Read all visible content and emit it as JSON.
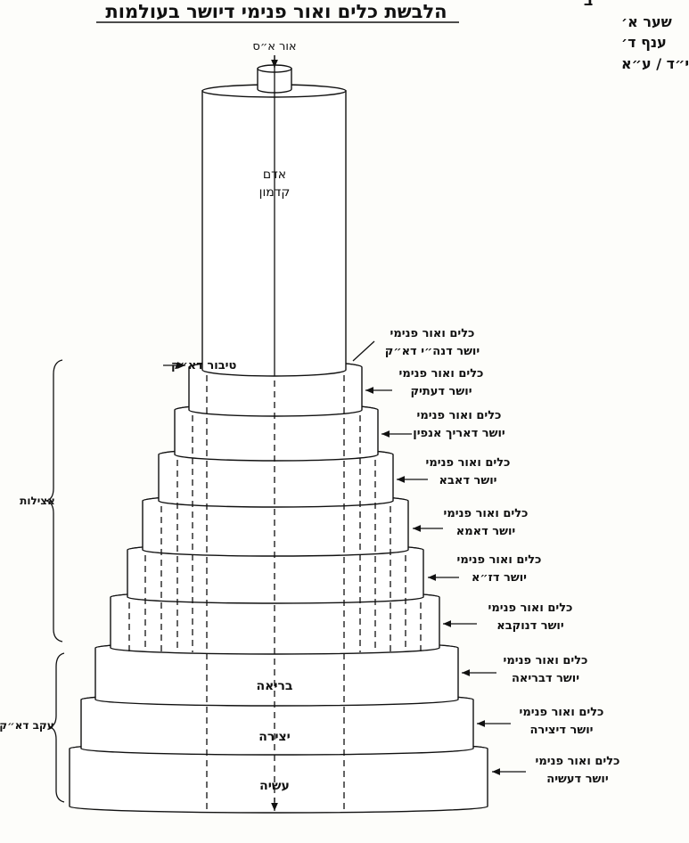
{
  "title": "הלבשת כלים ואור פנימי דיושר בעולמות",
  "reference": {
    "marker": "ב",
    "gate": "שער א׳",
    "branch": "ענף ד׳",
    "page": "דף י״ד / ע״א"
  },
  "top_label": "אור א״ס",
  "adam_kadmon": [
    "אדם",
    "קדמון"
  ],
  "navel_label": "טיבור דא״ק",
  "left_groups": [
    "אצילות",
    "עקב דא״ק"
  ],
  "world_labels": [
    "בריאה",
    "יצירה",
    "עשיה"
  ],
  "right_labels": [
    [
      "כלים ואור פנימי",
      "יושר דנה״י דא״ק"
    ],
    [
      "כלים ואור פנימי",
      "יושר דעתיק"
    ],
    [
      "כלים ואור פנימי",
      "יושר דאריך אנפין"
    ],
    [
      "כלים ואור פנימי",
      "יושר דאבא"
    ],
    [
      "כלים ואור פנימי",
      "יושר דאמא"
    ],
    [
      "כלים ואור פנימי",
      "יושר דז״א"
    ],
    [
      "כלים ואור פנימי",
      "יושר דנוקבא"
    ],
    [
      "כלים ואור פנימי",
      "יושר דבריאה"
    ],
    [
      "כלים ואור פנימי",
      "יושר דיצירה"
    ],
    [
      "כלים ואור פנימי",
      "יושר דעשיה"
    ]
  ]
}
